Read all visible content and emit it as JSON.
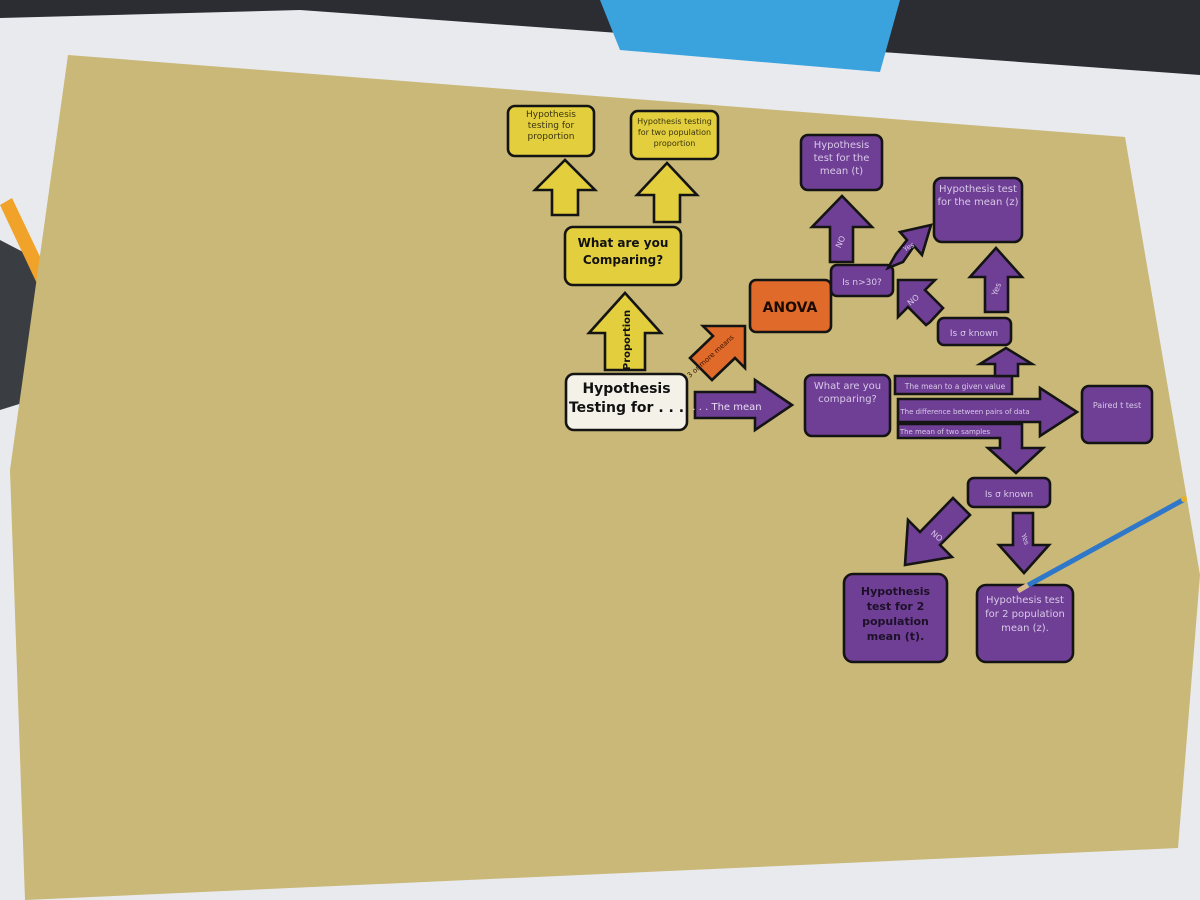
{
  "colors": {
    "paper": "#c9b877",
    "table": "#ecedf0",
    "yellow": "#e3cf3d",
    "purple": "#6f3f95",
    "orange": "#e06a2a",
    "outline": "#141414",
    "purple_text": "#2a1838"
  },
  "nodes": {
    "start": "Hypothesis Testing for . . .",
    "compare_prop": "What are you Comparing?",
    "prop_one": "Hypothesis testing for proportion",
    "prop_two": "Hypothesis testing for two population proportion",
    "anova": "ANOVA",
    "compare_mean": "What are you comparing?",
    "n_question": "Is n>30?",
    "sigma1": "Is σ known",
    "sigma2": "Is σ known",
    "mean_t": "Hypothesis test for the mean (t)",
    "mean_z": "Hypothesis test for the mean (z)",
    "paired": "Paired t test",
    "two_t": "Hypothesis test for 2 population mean (t).",
    "two_z": "Hypothesis test for 2 population mean (z)."
  },
  "arrows": {
    "proportion": "Proportion",
    "the_mean": ". . . The mean",
    "three_or_more": "3 or more means",
    "yes": "Yes",
    "no": "NO",
    "given_value": "The mean to a given value",
    "difference": "The difference between pairs of data",
    "two_samples": "The mean of two samples"
  }
}
